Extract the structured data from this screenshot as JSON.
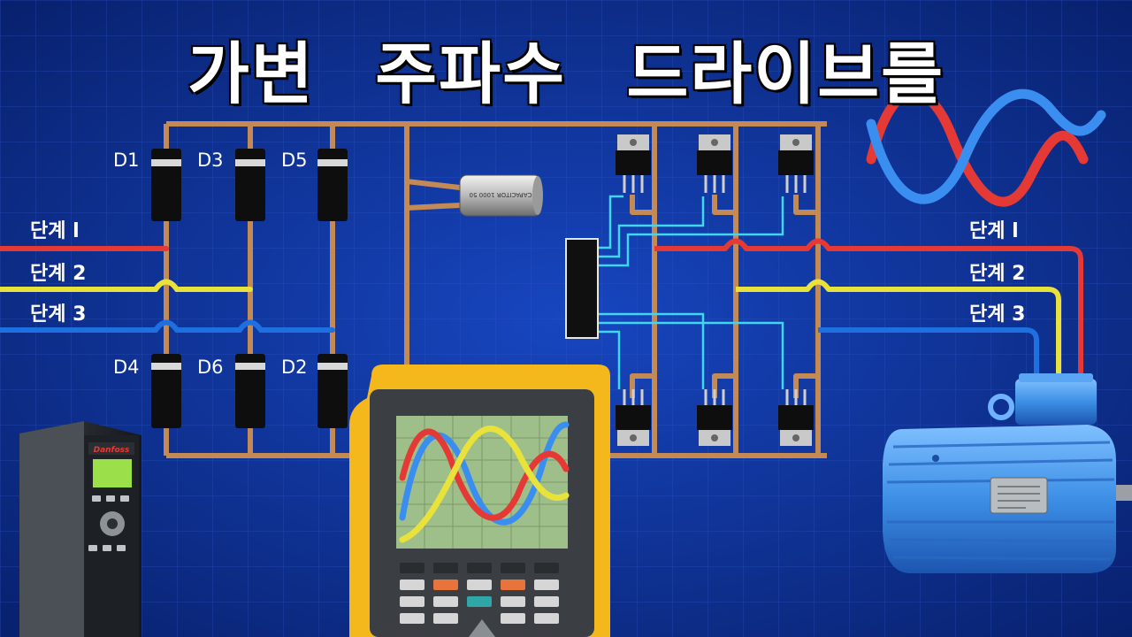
{
  "title": "가변  주파수  드라이브를",
  "diodes": [
    {
      "label": "D1"
    },
    {
      "label": "D3"
    },
    {
      "label": "D5"
    },
    {
      "label": "D4"
    },
    {
      "label": "D6"
    },
    {
      "label": "D2"
    }
  ],
  "input_phases": [
    {
      "label": "단계 l",
      "color": "#e53935"
    },
    {
      "label": "단계 2",
      "color": "#e9e23a"
    },
    {
      "label": "단계  3",
      "color": "#1e6fe0"
    }
  ],
  "output_phases": [
    {
      "label": "단계 l",
      "color": "#e53935"
    },
    {
      "label": "단계 2",
      "color": "#e9e23a"
    },
    {
      "label": "단계 3",
      "color": "#1e6fe0"
    }
  ],
  "capacitor_text": "CAPACITOR 1000 50",
  "drive_brand": "Danfoss",
  "colors": {
    "background": "#0b2a8a",
    "bus": "#c48a55",
    "gate": "#3fd6ee",
    "motor": "#3d8fe6"
  },
  "icons": [
    "vfd-drive-icon",
    "oscilloscope-icon",
    "electric-motor-icon",
    "capacitor-icon",
    "transistor-icon",
    "diode-icon",
    "sine-wave-icon"
  ]
}
